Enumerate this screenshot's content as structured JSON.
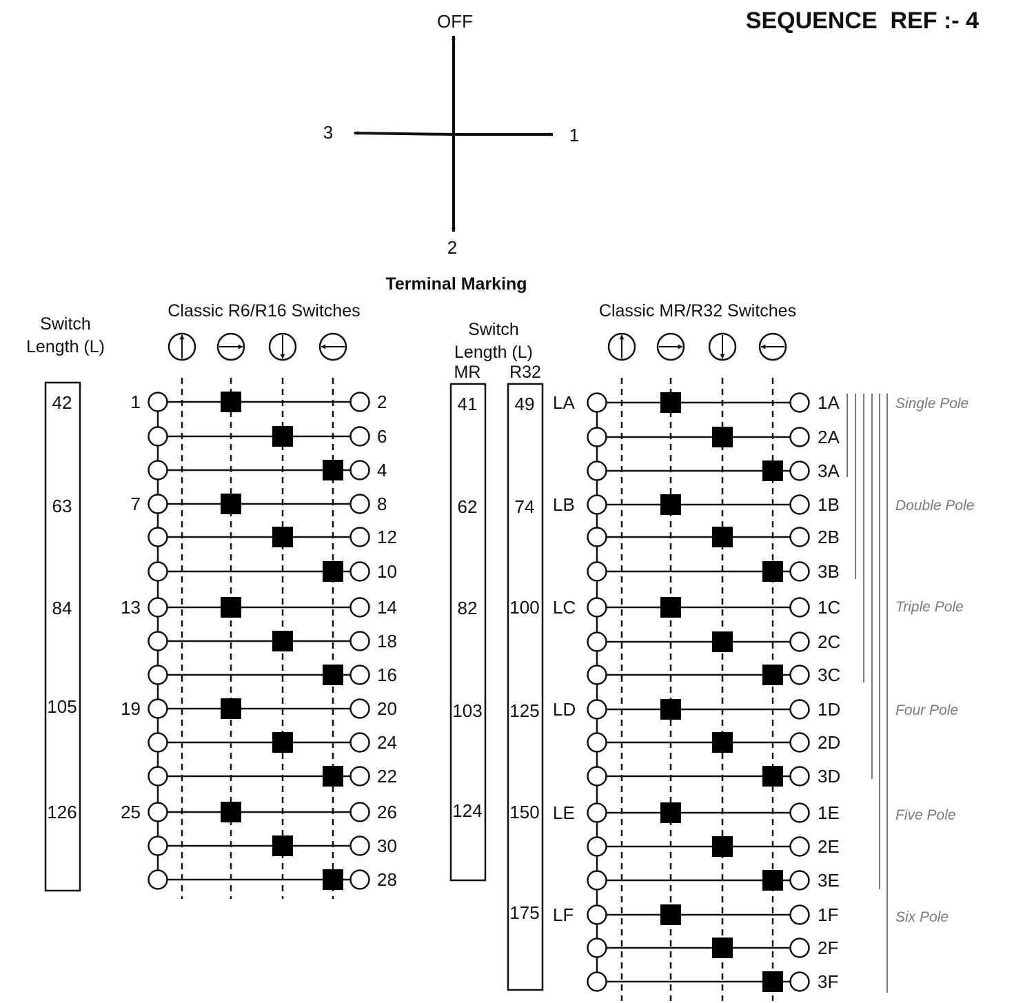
{
  "title": "SEQUENCE  REF :- 4",
  "compass": {
    "up": "OFF",
    "right": "1",
    "down": "2",
    "left": "3"
  },
  "terminal_heading": "Terminal Marking",
  "left_panel": {
    "heading": "Classic R6/R16 Switches",
    "length_header": [
      "Switch",
      "Length (L)"
    ],
    "lengths": [
      "42",
      "63",
      "84",
      "105",
      "126"
    ],
    "groups": [
      {
        "left": "1",
        "right": [
          "2",
          "6",
          "4"
        ]
      },
      {
        "left": "7",
        "right": [
          "8",
          "12",
          "10"
        ]
      },
      {
        "left": "13",
        "right": [
          "14",
          "18",
          "16"
        ]
      },
      {
        "left": "19",
        "right": [
          "20",
          "24",
          "22"
        ]
      },
      {
        "left": "25",
        "right": [
          "26",
          "30",
          "28"
        ]
      }
    ]
  },
  "right_panel": {
    "heading": "Classic MR/R32 Switches",
    "length_header": [
      "Switch",
      "Length (L)"
    ],
    "mr_label": "MR",
    "r32_label": "R32",
    "mr_lengths": [
      "41",
      "62",
      "82",
      "103",
      "124"
    ],
    "r32_lengths": [
      "49",
      "74",
      "100",
      "125",
      "150",
      "175"
    ],
    "groups": [
      {
        "left": "LA",
        "right": [
          "1A",
          "2A",
          "3A"
        ]
      },
      {
        "left": "LB",
        "right": [
          "1B",
          "2B",
          "3B"
        ]
      },
      {
        "left": "LC",
        "right": [
          "1C",
          "2C",
          "3C"
        ]
      },
      {
        "left": "LD",
        "right": [
          "1D",
          "2D",
          "3D"
        ]
      },
      {
        "left": "LE",
        "right": [
          "1E",
          "2E",
          "3E"
        ]
      },
      {
        "left": "LF",
        "right": [
          "1F",
          "2F",
          "3F"
        ]
      }
    ],
    "pole_labels": [
      "Single Pole",
      "Double Pole",
      "Triple Pole",
      "Four Pole",
      "Five Pole",
      "Six Pole"
    ]
  },
  "position_icons": [
    "arrow-up-icon",
    "arrow-right-icon",
    "arrow-down-icon",
    "arrow-left-icon"
  ],
  "contact_pattern": [
    1,
    2,
    3
  ]
}
